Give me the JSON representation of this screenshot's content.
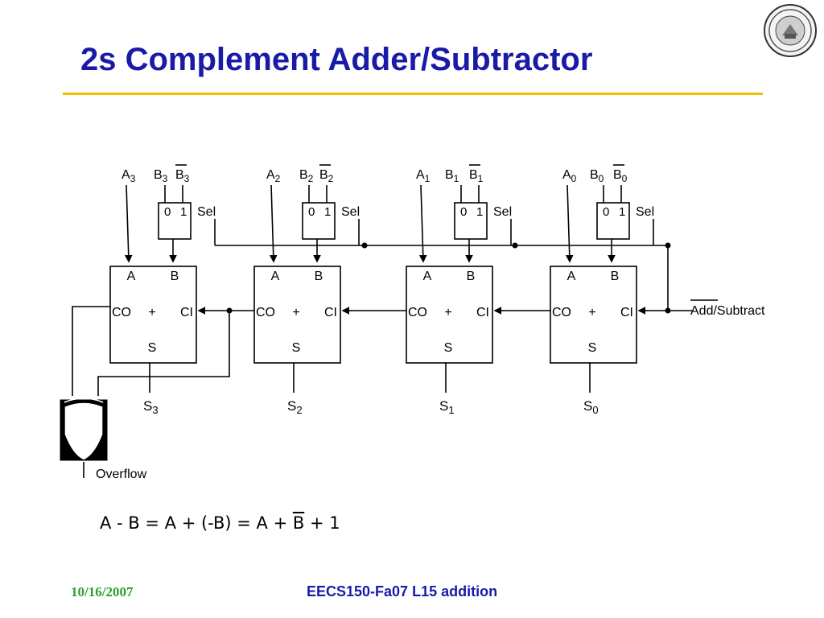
{
  "slide": {
    "title": "2s Complement Adder/Subtractor",
    "footer_date": "10/16/2007",
    "footer_course": "EECS150-Fa07 L15 addition",
    "seal_icon": "university-seal-icon",
    "accent_color": "#f0c000",
    "title_color": "#1a1aa8",
    "date_color": "#2aa02a"
  },
  "diagram": {
    "stages": [
      {
        "a": "A",
        "a_sub": "3",
        "b": "B",
        "b_sub": "3",
        "bbar": "B",
        "bbar_sub": "3",
        "sum": "S",
        "sum_sub": "3"
      },
      {
        "a": "A",
        "a_sub": "2",
        "b": "B",
        "b_sub": "2",
        "bbar": "B",
        "bbar_sub": "2",
        "sum": "S",
        "sum_sub": "2"
      },
      {
        "a": "A",
        "a_sub": "1",
        "b": "B",
        "b_sub": "1",
        "bbar": "B",
        "bbar_sub": "1",
        "sum": "S",
        "sum_sub": "1"
      },
      {
        "a": "A",
        "a_sub": "0",
        "b": "B",
        "b_sub": "0",
        "bbar": "B",
        "bbar_sub": "0",
        "sum": "S",
        "sum_sub": "0"
      }
    ],
    "mux": {
      "in0": "0",
      "in1": "1",
      "sel": "Sel"
    },
    "adder": {
      "port_a": "A",
      "port_b": "B",
      "port_co": "CO",
      "op": "+",
      "port_ci": "CI",
      "port_s": "S"
    },
    "control_label": "Add/Subtract",
    "overflow_label": "Overflow"
  },
  "formula": {
    "pre": "A - B = A + (-B) = A + ",
    "bar": "B",
    "post": " + 1"
  }
}
